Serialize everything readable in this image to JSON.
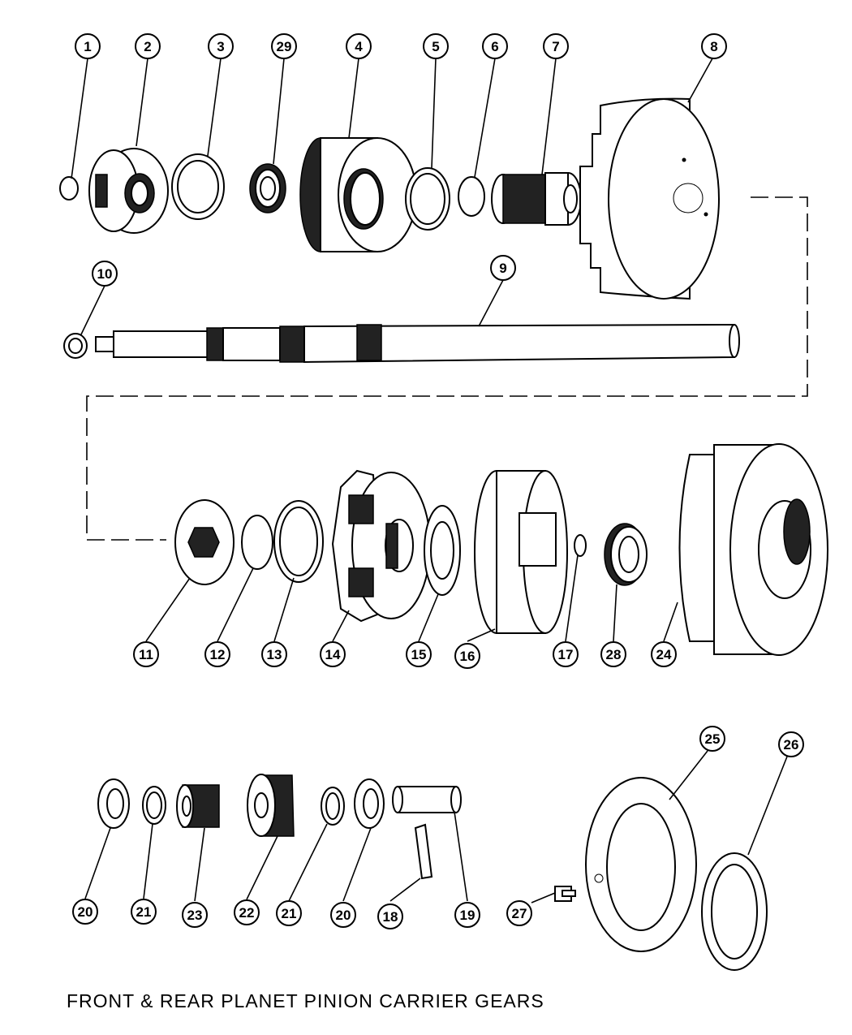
{
  "caption": "FRONT & REAR PLANET PINION CARRIER GEARS",
  "callouts": [
    "1",
    "2",
    "3",
    "29",
    "4",
    "5",
    "6",
    "7",
    "8",
    "10",
    "9",
    "11",
    "12",
    "13",
    "14",
    "15",
    "16",
    "17",
    "28",
    "24",
    "25",
    "26",
    "20",
    "21",
    "23",
    "22",
    "21",
    "20",
    "18",
    "19",
    "27"
  ]
}
